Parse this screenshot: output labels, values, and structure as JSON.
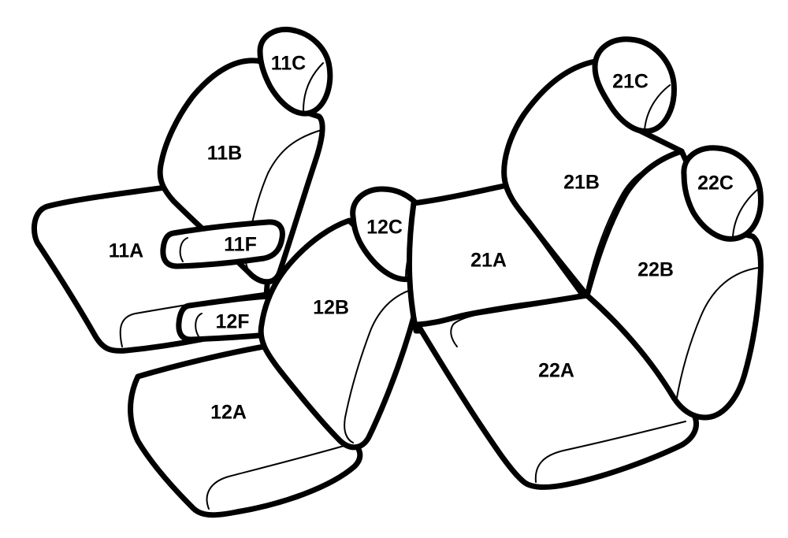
{
  "colors": {
    "stroke": "#000000",
    "fill": "#ffffff"
  },
  "labels": {
    "11A": "11A",
    "11B": "11B",
    "11C": "11C",
    "11F": "11F",
    "12A": "12A",
    "12B": "12B",
    "12C": "12C",
    "12F": "12F",
    "21A": "21A",
    "21B": "21B",
    "21C": "21C",
    "22A": "22A",
    "22B": "22B",
    "22C": "22C"
  }
}
